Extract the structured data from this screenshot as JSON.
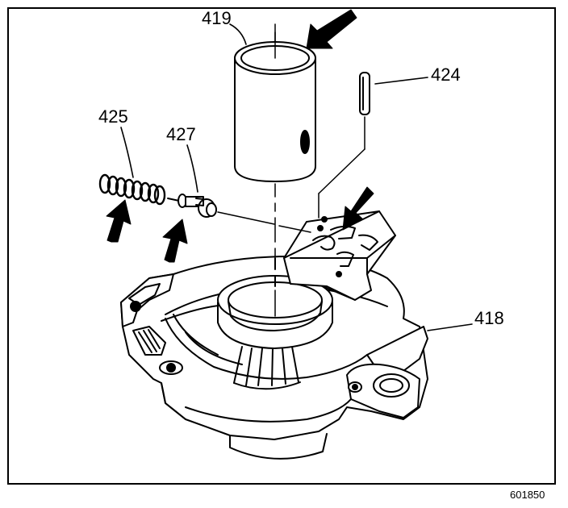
{
  "callouts": {
    "bushing": "419",
    "pin": "424",
    "spring": "425",
    "valve": "427",
    "pump_cover": "418"
  },
  "figure_number": "601850",
  "colors": {
    "line": "#000000",
    "background": "#ffffff"
  }
}
